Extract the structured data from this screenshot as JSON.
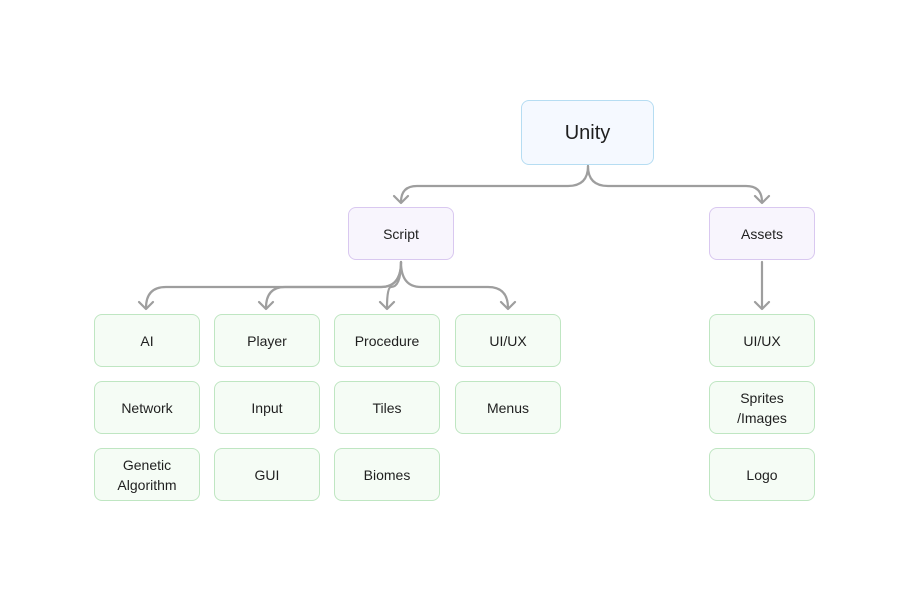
{
  "diagram": {
    "root": {
      "label": "Unity"
    },
    "script": {
      "label": "Script",
      "columns": [
        [
          "AI",
          "Network",
          "Genetic\nAlgorithm"
        ],
        [
          "Player",
          "Input",
          "GUI"
        ],
        [
          "Procedure",
          "Tiles",
          "Biomes"
        ],
        [
          "UI/UX",
          "Menus"
        ]
      ]
    },
    "assets": {
      "label": "Assets",
      "items": [
        "UI/UX",
        "Sprites\n/Images",
        "Logo"
      ]
    }
  },
  "colors": {
    "root_border": "#b6ddf2",
    "branch_border": "#d9c8f0",
    "leaf_border": "#bfe6c2",
    "connector": "#9e9e9e"
  }
}
